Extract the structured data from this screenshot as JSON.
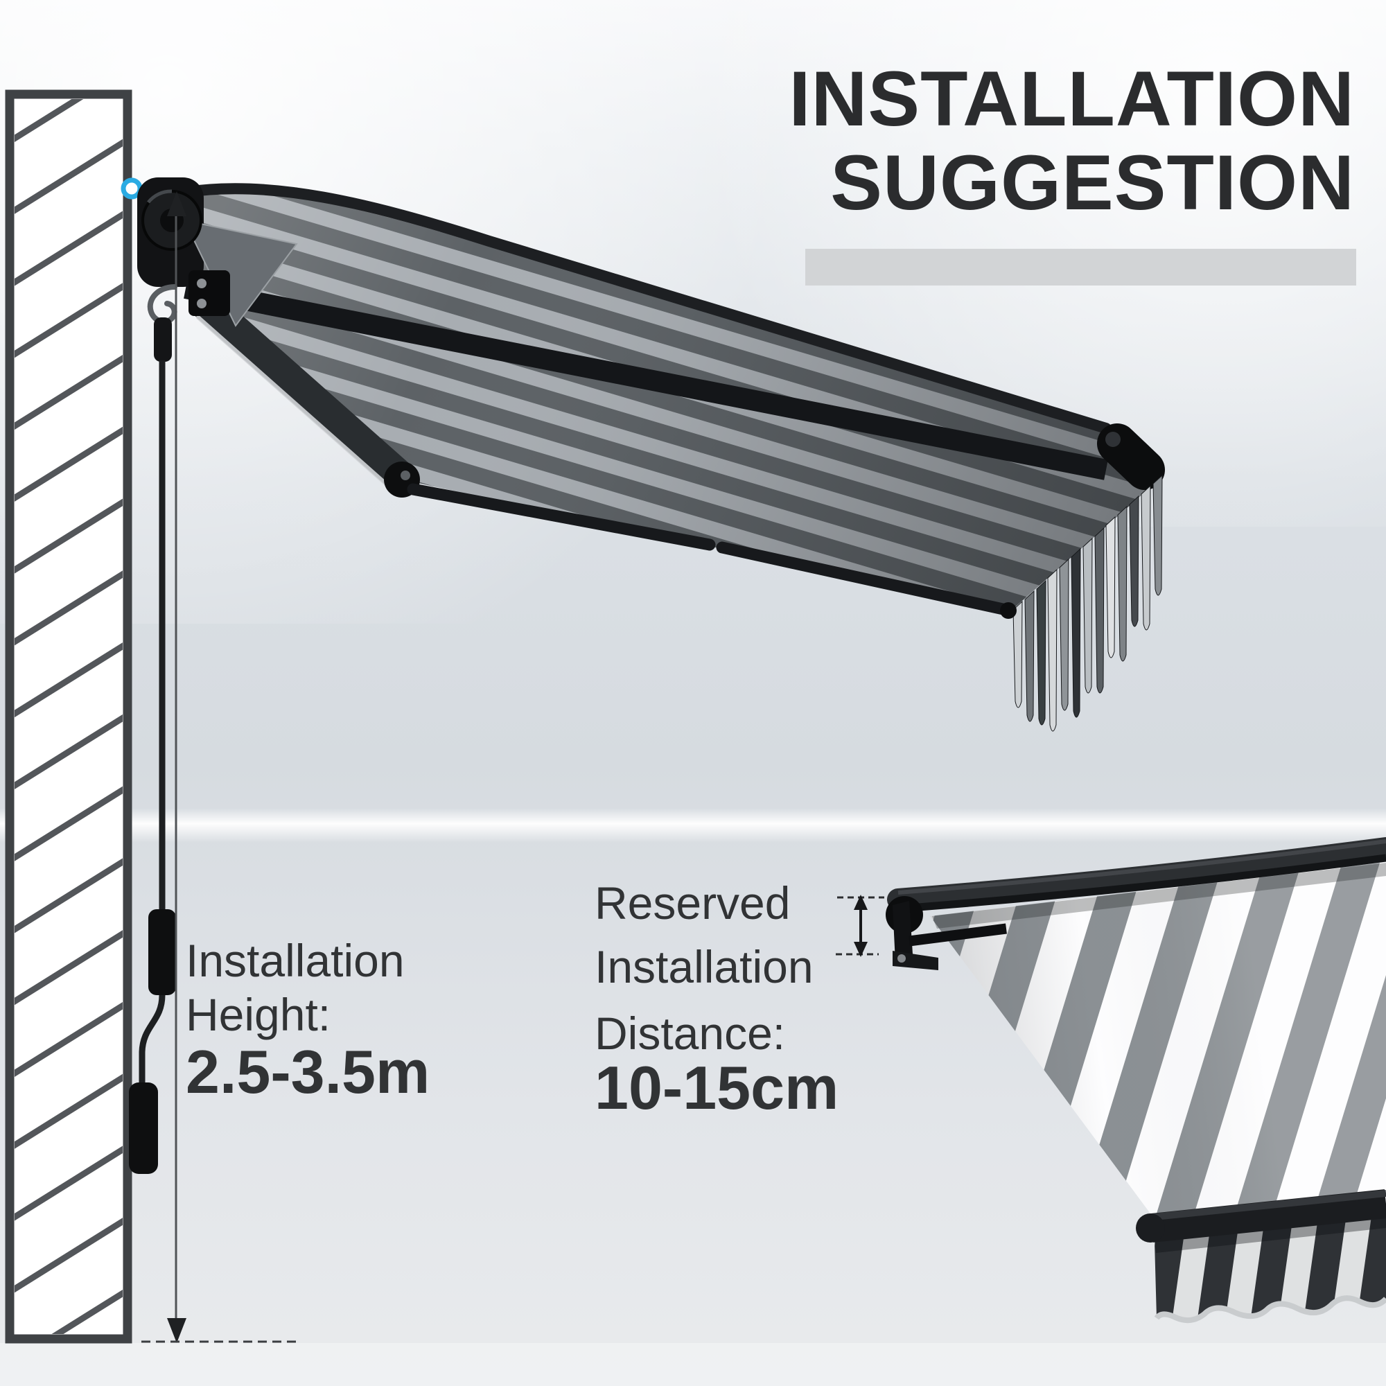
{
  "title": {
    "line1": "INSTALLATION",
    "line2": "SUGGESTION"
  },
  "labels": {
    "height": {
      "line1": "Installation",
      "line2": "Height:",
      "value": "2.5-3.5m"
    },
    "distance": {
      "line1": "Reserved",
      "line2": "Installation",
      "line3": "Distance:",
      "value": "10-15cm"
    }
  },
  "measurements": {
    "installation_height": "2.5-3.5m",
    "reserved_installation_distance": "10-15cm"
  },
  "colors": {
    "accent_marker_blue": "#2aabe3",
    "title_text": "#2b2c2e",
    "body_text": "#313335",
    "title_accent_bar": "#d2d4d6",
    "background_light": "#f7f8fa",
    "background_mid": "#d7dce1",
    "wall_hatch_line": "#53565a",
    "frame_black": "#141619",
    "awning_stripe_dark": "#5d6266",
    "awning_stripe_light": "#a8adb2",
    "detail_stripe_white": "#fdfdfe",
    "detail_stripe_gray": "#8b9094",
    "valance_stripe_dark": "#2f3236",
    "valance_stripe_light": "#dfe1e2"
  },
  "icons": {
    "mount_point_marker": "blue-ring-dot",
    "height_measure": "double-headed-vertical-arrow-with-dashed-ends",
    "distance_measure": "double-headed-vertical-arrow-with-dashed-ends"
  }
}
